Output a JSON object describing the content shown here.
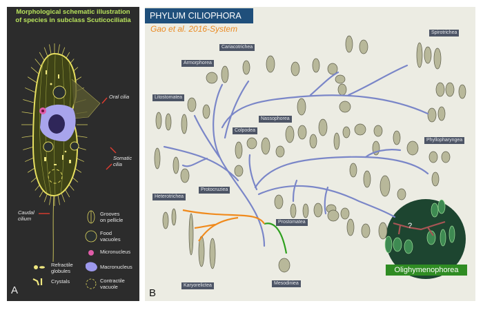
{
  "panel_a": {
    "letter": "A",
    "title_line1": "Morphological schematic illustration",
    "title_line2": "of species in subclass Scuticociliatia",
    "labels": {
      "oral_cilia": "Oral cilia",
      "somatic_cilia_1": "Somatic",
      "somatic_cilia_2": "cilia",
      "caudal_cilium_1": "Caudal",
      "caudal_cilium_2": "cilium"
    },
    "legend": {
      "grooves_1": "Grooves",
      "grooves_2": "on pellicle",
      "food_1": "Food",
      "food_2": "vacuoles",
      "micronucleus": "Micronucleus",
      "macronucleus": "Macronucleus",
      "refractile_1": "Refractile",
      "refractile_2": "globules",
      "crystals": "Crystals",
      "contractile_1": "Contractile",
      "contractile_2": "vacuole"
    }
  },
  "panel_b": {
    "letter": "B",
    "title": "PHYLUM   CILIOPHORA",
    "subtitle": "Gao et al. 2016-System",
    "question_mark": "?",
    "classes": {
      "spirotrichea": "Spirotrichea",
      "cariacotrichea": "Cariacotrichea",
      "armorphorea": "Armorphorea",
      "litostomatea": "Litostomatea",
      "nassophorea": "Nassophorea",
      "colpodea": "Colpodea",
      "phyllopharyngea": "Phyllopharyngea",
      "protocruziea": "Protocruziea",
      "heterotrichea": "Heterotrichea",
      "prostomatea": "Prostomatea",
      "karyorelictea": "Karyorelictea",
      "mesodiniea": "Mesodiniea",
      "olighymenophorea": "Olighymenophorea"
    },
    "colors": {
      "title_bg": "#1f4f7b",
      "subtitle": "#ea8a22",
      "tree_main": "#7a86c8",
      "tree_orange": "#f08a1c",
      "tree_green": "#2ea01e",
      "highlight_bg": "#1d4530",
      "highlight_label": "#2f8c23"
    }
  }
}
